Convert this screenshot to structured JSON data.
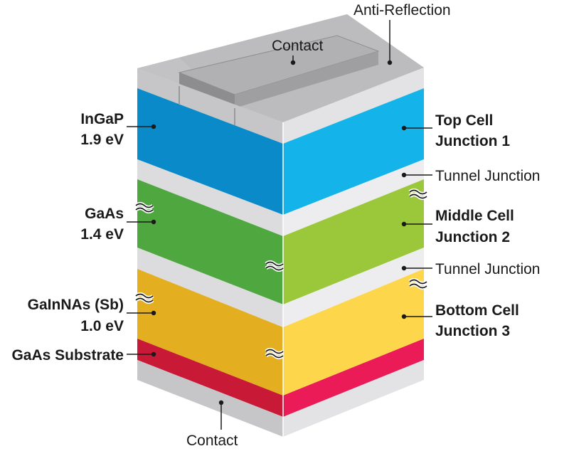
{
  "labels": {
    "anti_reflection": "Anti-Reflection",
    "contact_top": "Contact",
    "contact_bottom": "Contact",
    "top_material": "InGaP",
    "top_energy": "1.9 eV",
    "top_cell_line1": "Top Cell",
    "top_cell_line2": "Junction 1",
    "tunnel_junction_1": "Tunnel Junction",
    "middle_material": "GaAs",
    "middle_energy": "1.4 eV",
    "middle_cell_line1": "Middle Cell",
    "middle_cell_line2": "Junction 2",
    "tunnel_junction_2": "Tunnel Junction",
    "bottom_material": "GaInNAs (Sb)",
    "bottom_energy": "1.0 eV",
    "bottom_cell_line1": "Bottom Cell",
    "bottom_cell_line2": "Junction 3",
    "substrate": "GaAs Substrate"
  },
  "colors": {
    "contact_gray_front": "#c6c6c8",
    "contact_gray_side": "#dfdfe1",
    "contact_gray_top": "#bcbcbe",
    "tunnel_light_front": "#dcdcde",
    "tunnel_light_side": "#ededef",
    "top_cell_front": "#0a8ac8",
    "top_cell_side": "#14b4ea",
    "middle_cell_front": "#4ea83f",
    "middle_cell_side": "#9ac83a",
    "bottom_cell_front": "#e3ae1f",
    "bottom_cell_side": "#fdd64c",
    "substrate_front": "#c81936",
    "substrate_side": "#ea1b57",
    "top_contact_bar": "#a9a9ab"
  }
}
